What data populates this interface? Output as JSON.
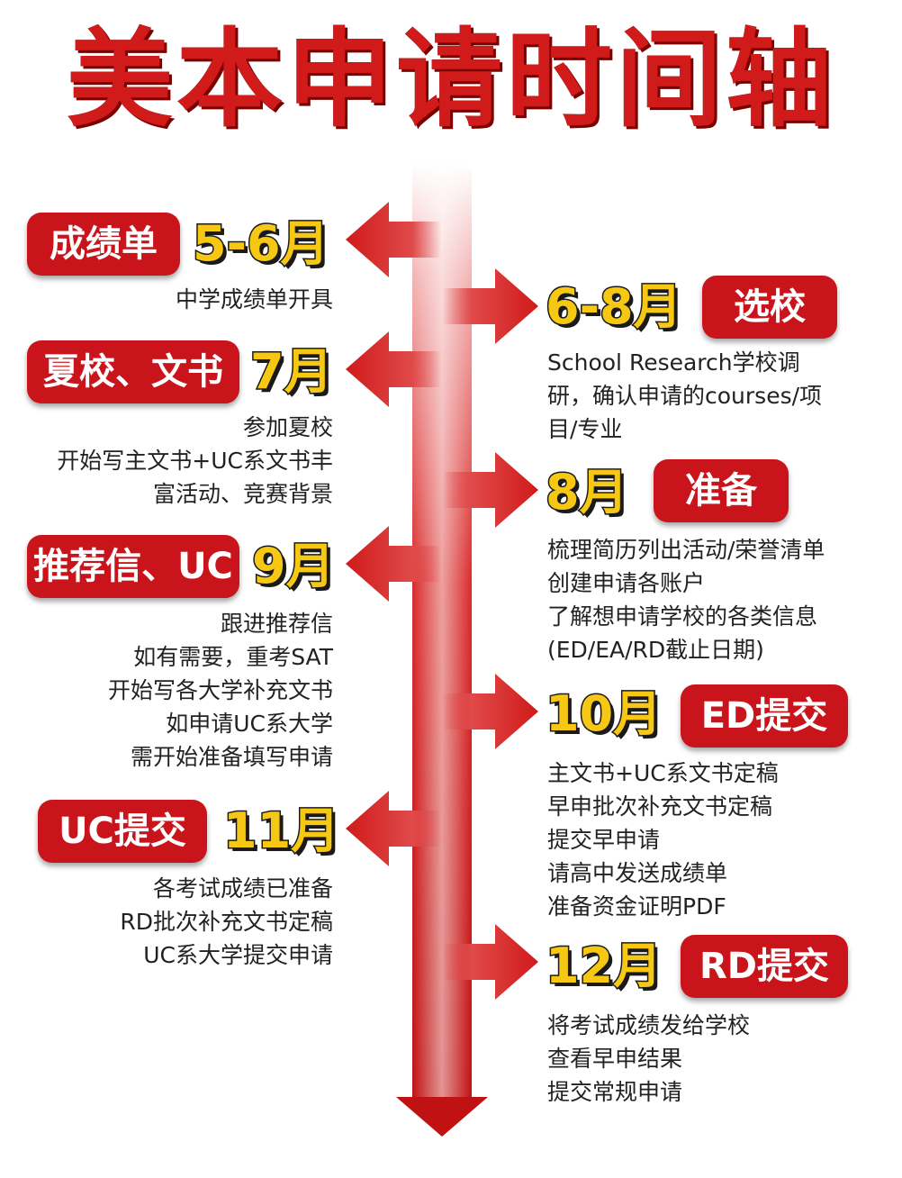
{
  "title": "美本申请时间轴",
  "colors": {
    "red": "#c8141a",
    "yellow": "#f6c814",
    "text": "#222222"
  },
  "left_items": [
    {
      "badge": "成绩单",
      "month": "5-6月",
      "lines": [
        "中学成绩单开具"
      ]
    },
    {
      "badge": "夏校、文书",
      "month": "7月",
      "lines": [
        "参加夏校",
        "开始写主文书+UC系文书丰",
        "富活动、竞赛背景"
      ]
    },
    {
      "badge": "推荐信、UC",
      "month": "9月",
      "lines": [
        "跟进推荐信",
        "如有需要，重考SAT",
        "开始写各大学补充文书",
        "如申请UC系大学",
        "需开始准备填写申请"
      ]
    },
    {
      "badge": "UC提交",
      "month": "11月",
      "lines": [
        "各考试成绩已准备",
        "RD批次补充文书定稿",
        "UC系大学提交申请"
      ]
    }
  ],
  "right_items": [
    {
      "month": "6-8月",
      "badge": "选校",
      "lines": [
        "School Research学校调",
        "研，确认申请的courses/项",
        "目/专业"
      ]
    },
    {
      "month": "8月",
      "badge": "准备",
      "lines": [
        "梳理简历列出活动/荣誉清单",
        "创建申请各账户",
        "了解想申请学校的各类信息",
        "(ED/EA/RD截止日期)"
      ]
    },
    {
      "month": "10月",
      "badge": "ED提交",
      "lines": [
        "主文书+UC系文书定稿",
        "早申批次补充文书定稿",
        "提交早申请",
        "请高中发送成绩单",
        "准备资金证明PDF"
      ]
    },
    {
      "month": "12月",
      "badge": "RD提交",
      "lines": [
        "将考试成绩发给学校",
        "查看早申结果",
        "提交常规申请"
      ]
    }
  ]
}
